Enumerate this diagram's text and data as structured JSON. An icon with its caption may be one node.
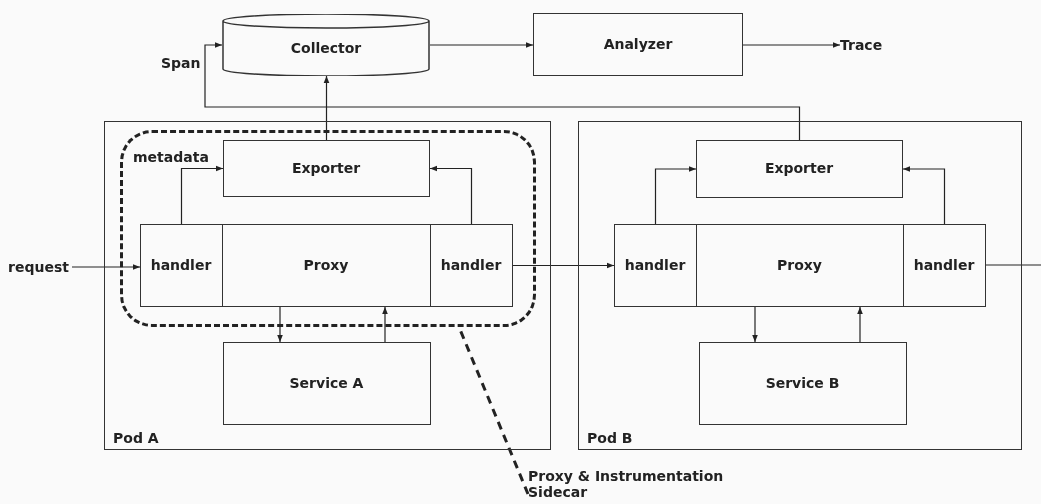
{
  "diagram": {
    "nodes": [
      {
        "text": [
          "Collector"
        ]
      },
      {
        "text": [
          "Analyzer"
        ]
      },
      {
        "text": [
          "Trace"
        ]
      },
      {
        "text": [
          "request"
        ]
      },
      {
        "text": [
          "Pod A"
        ]
      },
      {
        "text": [],
        "shape": "box",
        "in": 4
      },
      {
        "text": [
          "Exporter"
        ],
        "in": 5
      },
      {
        "text": [
          "handler"
        ],
        "in": 5
      },
      {
        "text": [
          "Proxy"
        ],
        "in": 5
      },
      {
        "text": [
          "handler"
        ],
        "in": 5
      },
      {
        "text": [
          "Service A"
        ],
        "in": 4
      },
      {
        "text": [
          "Pod B"
        ]
      },
      {
        "text": [
          "Exporter"
        ],
        "in": 11
      },
      {
        "text": [
          "handler"
        ],
        "in": 11
      },
      {
        "text": [
          "Proxy"
        ],
        "in": 11
      },
      {
        "text": [
          "handler"
        ],
        "in": 11
      },
      {
        "text": [
          "Service B"
        ],
        "in": 11
      },
      {
        "text": [
          "Proxy & Instrumentation Sidecar"
        ]
      }
    ],
    "edges": [
      {
        "from": 0,
        "to": 1,
        "arrow": "to"
      },
      {
        "from": 1,
        "to": 2,
        "arrow": "to"
      },
      {
        "from": 12,
        "to": 0,
        "arrow": "to",
        "label": "Span"
      },
      {
        "from": 6,
        "to": 0,
        "arrow": "to"
      },
      {
        "from": 7,
        "to": 6,
        "arrow": "to",
        "label": "metadata"
      },
      {
        "from": 9,
        "to": 6,
        "arrow": "to"
      },
      {
        "from": 8,
        "to": 10,
        "arrow": "to"
      },
      {
        "from": 10,
        "to": 8,
        "arrow": "to"
      },
      {
        "from": 3,
        "to": 7,
        "arrow": "to"
      },
      {
        "from": 9,
        "to": 13,
        "arrow": "to"
      },
      {
        "from": 13,
        "to": 12,
        "arrow": "to"
      },
      {
        "from": 15,
        "to": 12,
        "arrow": "to"
      },
      {
        "from": 14,
        "to": 16,
        "arrow": "to"
      },
      {
        "from": 16,
        "to": 14,
        "arrow": "to"
      },
      {
        "from": 15,
        "to": null,
        "arrow": "none"
      },
      {
        "from": 17,
        "to": 5,
        "arrow": "none",
        "style": "dashed"
      }
    ]
  }
}
